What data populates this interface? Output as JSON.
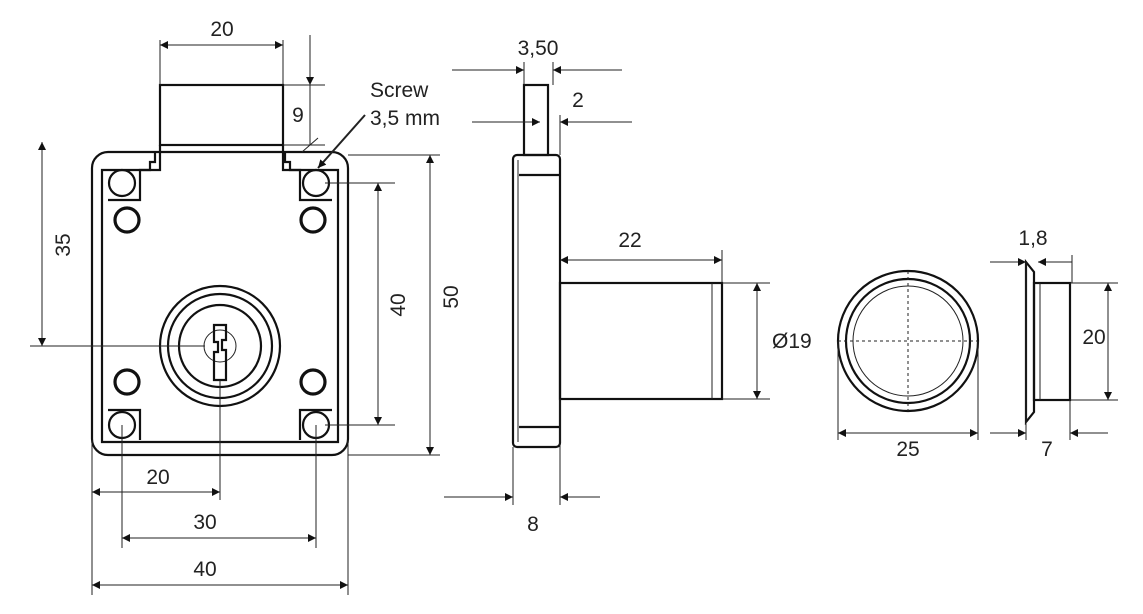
{
  "front_view": {
    "bolt_width": "20",
    "bolt_height": "9",
    "screw_label": "Screw",
    "screw_size": "3,5 mm",
    "key_height": "35",
    "hole_spacing_vertical": "40",
    "body_height": "50",
    "key_offset": "20",
    "hole_spacing_horizontal": "30",
    "body_width": "40"
  },
  "side_view": {
    "bolt_thickness": "3,50",
    "bolt_offset": "2",
    "cylinder_length": "22",
    "cylinder_diameter": "Ø19",
    "plate_thickness": "8"
  },
  "cup_view": {
    "flange_thickness": "1,8",
    "inner_diameter": "20",
    "outer_diameter": "25",
    "depth": "7"
  }
}
